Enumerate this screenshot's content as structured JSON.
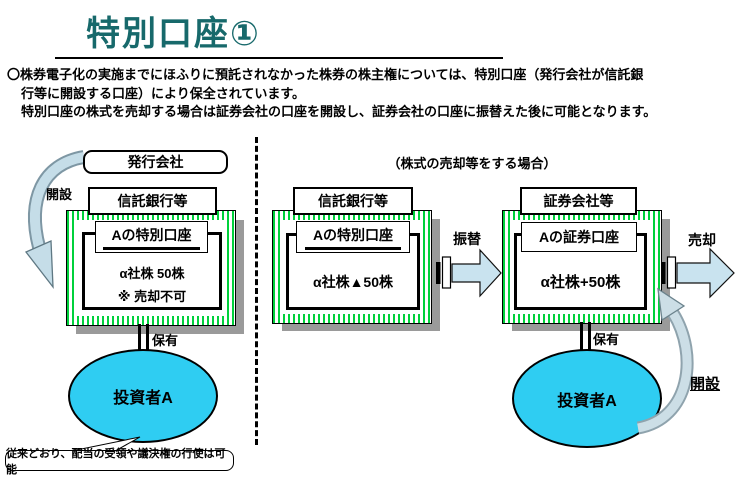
{
  "title": {
    "text": "特別口座①"
  },
  "intro": {
    "line1": "〇株券電子化の実施までにほふりに預託されなかった株券の株主権については、特別口座（発行会社が信託銀",
    "line2": "行等に開設する口座）により保全されています。",
    "line3": "特別口座の株式を売却する場合は証券会社の口座を開設し、証券会社の口座に振替えた後に可能となります。"
  },
  "left": {
    "issuer": "発行会社",
    "open_label": "開設",
    "bank": "信託銀行等",
    "account": "Aの特別口座",
    "holding1": "α社株 50株",
    "holding2": "※ 売却不可",
    "hold_label": "保有",
    "investor": "投資者A",
    "callout": "従来どおり、配当の受領や議決権の行使は可能"
  },
  "right": {
    "header": "（株式の売却等をする場合）",
    "special_bank": "信託銀行等",
    "special_account": "Aの特別口座",
    "special_holding": "α社株▲50株",
    "transfer_label": "振替",
    "broker_bank": "証券会社等",
    "broker_account": "Aの証券口座",
    "broker_holding": "α社株+50株",
    "sell_label": "売却",
    "hold_label": "保有",
    "investor": "投資者A",
    "open_label": "開設"
  },
  "colors": {
    "title_teal": "#17696b",
    "stripe_green": "#00d13b",
    "shadow_gray": "#9a9a9a",
    "investor_cyan": "#2fcdf2",
    "block_arrow_fill": "#c9e3ef",
    "curved_arrow_fill": "#c5dde8"
  }
}
